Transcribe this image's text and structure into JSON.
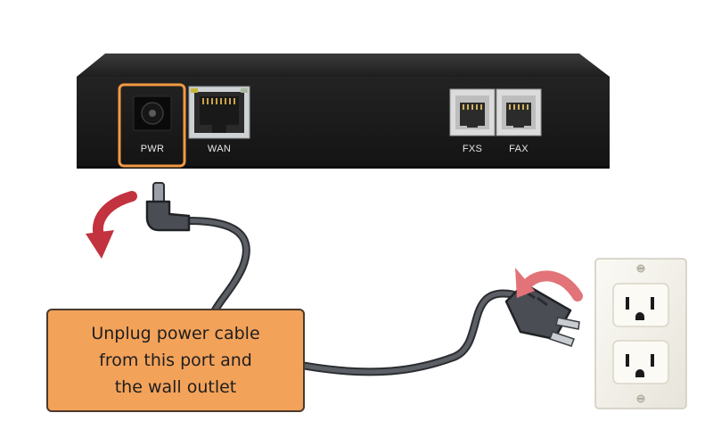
{
  "device": {
    "ports": {
      "pwr": "PWR",
      "wan": "WAN",
      "fxs": "FXS",
      "fax": "FAX"
    }
  },
  "callout": {
    "lines": [
      "Unplug power cable",
      "from this port and",
      "the wall outlet"
    ]
  },
  "colors": {
    "highlight": "#f29a43",
    "arrow": "#c2323f",
    "callout_fill": "#f3a25a",
    "cable": "#3a3d42",
    "device_body": "#1c1c1c"
  }
}
